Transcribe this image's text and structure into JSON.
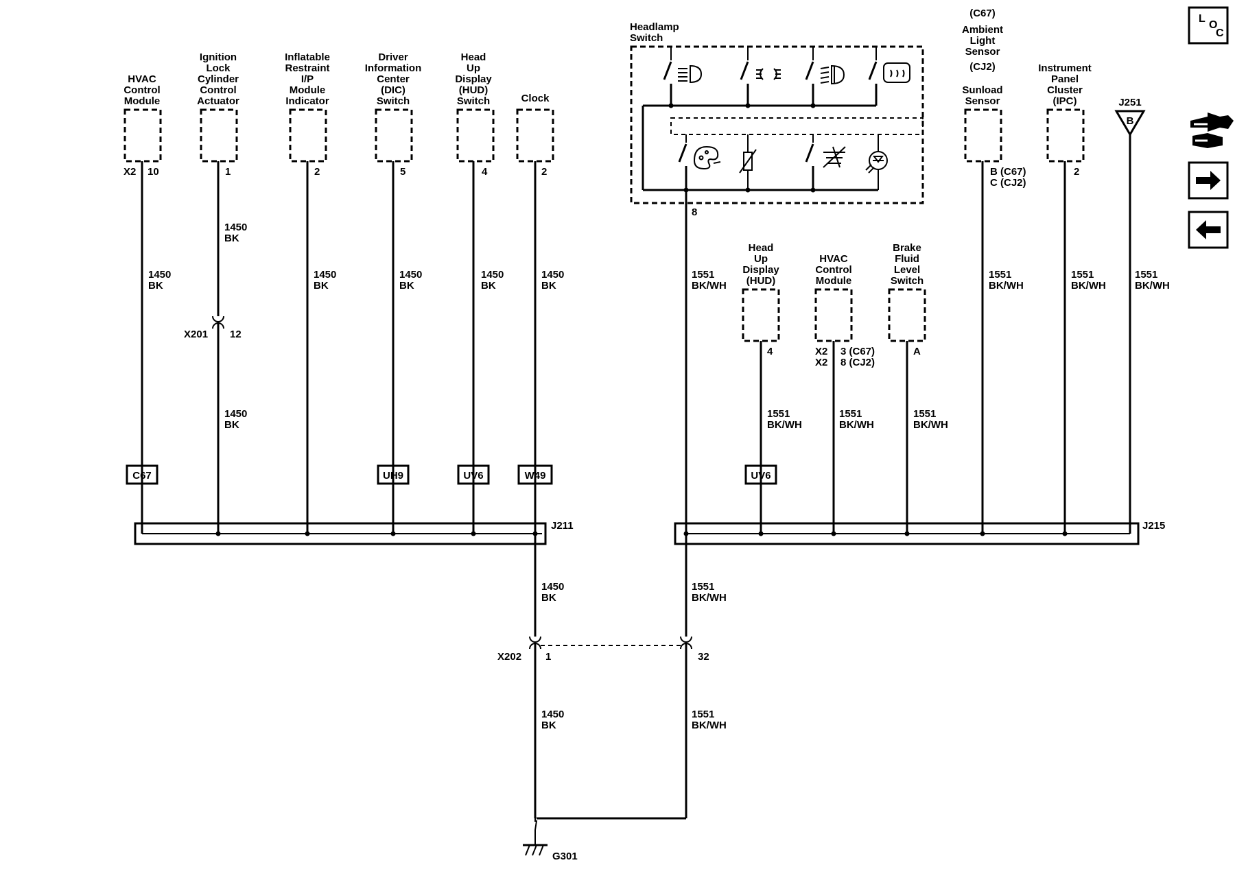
{
  "components": {
    "hvac_left": [
      "HVAC",
      "Control",
      "Module"
    ],
    "ignition": [
      "Ignition",
      "Lock",
      "Cylinder",
      "Control",
      "Actuator"
    ],
    "inflatable": [
      "Inflatable",
      "Restraint",
      "I/P",
      "Module",
      "Indicator"
    ],
    "dic": [
      "Driver",
      "Information",
      "Center",
      "(DIC)",
      "Switch"
    ],
    "hud_switch": [
      "Head",
      "Up",
      "Display",
      "(HUD)",
      "Switch"
    ],
    "clock": [
      "Clock"
    ],
    "headlamp": [
      "Headlamp",
      "Switch"
    ],
    "ambient": [
      "(C67)",
      "Ambient",
      "Light",
      "Sensor",
      "(CJ2)"
    ],
    "sunload": [
      "Sunload",
      "Sensor"
    ],
    "ipc": [
      "Instrument",
      "Panel",
      "Cluster",
      "(IPC)"
    ],
    "j251": [
      "J251"
    ],
    "hud_display": [
      "Head",
      "Up",
      "Display",
      "(HUD)"
    ],
    "hvac_right": [
      "HVAC",
      "Control",
      "Module"
    ],
    "brake": [
      "Brake",
      "Fluid",
      "Level",
      "Switch"
    ]
  },
  "pins": {
    "hvac_left_conn": "X2",
    "hvac_left_pin": "10",
    "ignition": "1",
    "inflatable": "2",
    "dic": "5",
    "hud_switch": "4",
    "clock": "2",
    "headlamp": "8",
    "sunload": [
      "B (C67)",
      "C (CJ2)"
    ],
    "ipc": "2",
    "j251_symbol": "B",
    "hud_display": "4",
    "hvac_right_conn": [
      "X2",
      "X2"
    ],
    "hvac_right_pin": [
      "3 (C67)",
      "8 (CJ2)"
    ],
    "brake": "A"
  },
  "wire": {
    "bk_circuit": "1450",
    "bk_color": "BK",
    "bkwh_circuit": "1551",
    "bkwh_color": "BK/WH"
  },
  "connectors": {
    "x201": "X201",
    "x201_pin": "12",
    "x202": "X202",
    "x202_pin_left": "1",
    "x202_pin_right": "32"
  },
  "options": {
    "c67": "C67",
    "uh9": "UH9",
    "uv6": "UV6",
    "w49": "W49"
  },
  "splices": {
    "j211": "J211",
    "j215": "J215"
  },
  "ground": "G301",
  "nav": {
    "loc": [
      "L",
      "O",
      "C"
    ],
    "icons": [
      "connector-icon",
      "next-arrow-icon",
      "prev-arrow-icon"
    ]
  }
}
